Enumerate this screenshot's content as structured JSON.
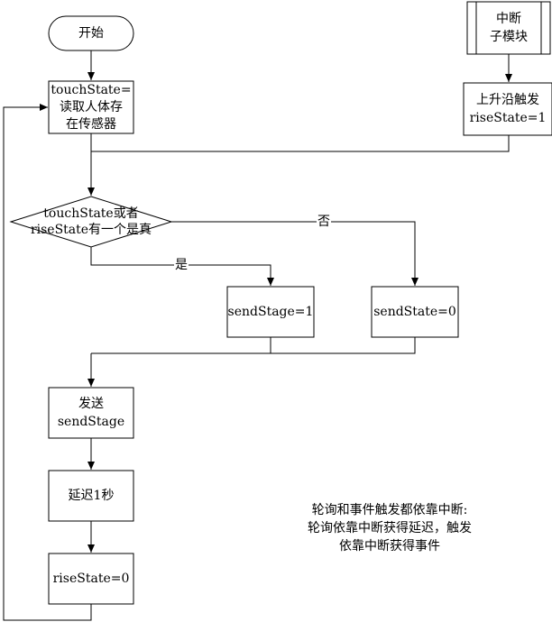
{
  "nodes": {
    "start": "开始",
    "interrupt": "中断\n子模块",
    "read": "touchState=\n读取人体存\n在传感器",
    "rising": "上升沿触发\nriseState=1",
    "decision": "touchState或者\nriseState有一个是真",
    "send1": "sendStage=1",
    "send0": "sendState=0",
    "send": "发送\nsendStage",
    "delay": "延迟1秒",
    "reset": "riseState=0"
  },
  "edge_labels": {
    "yes": "是",
    "no": "否"
  },
  "note": "轮询和事件触发都依靠中断:\n轮询依靠中断获得延迟，触发\n依靠中断获得事件",
  "colors": {
    "stroke": "#000000",
    "fill": "#ffffff"
  }
}
